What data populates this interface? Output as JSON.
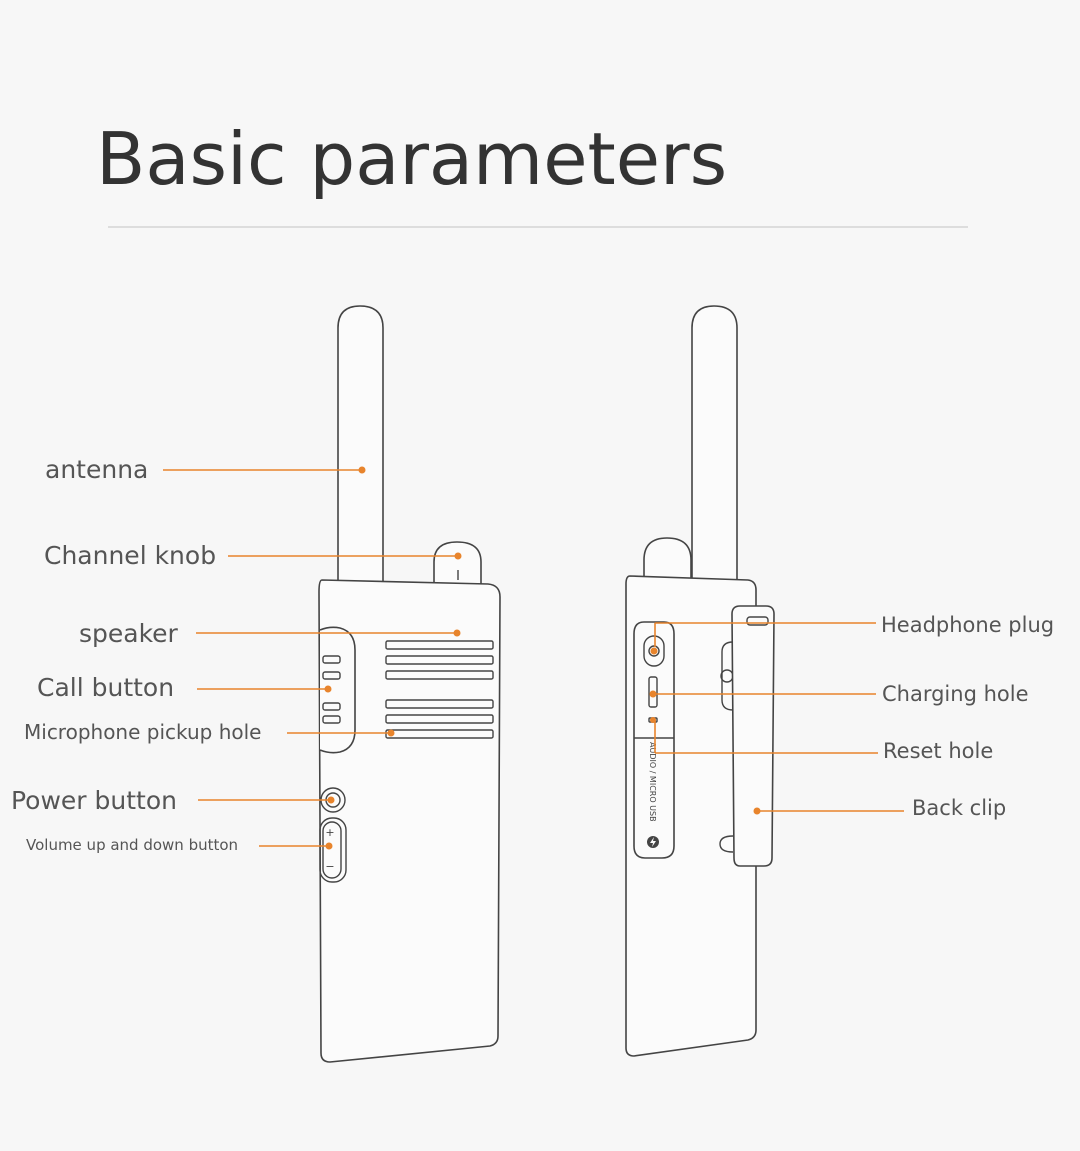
{
  "page_title": "Basic parameters",
  "colors": {
    "background": "#f7f7f7",
    "leader_line": "#e8842c",
    "outline": "#444444",
    "text": "#555555"
  },
  "labels": {
    "antenna": "antenna",
    "channel_knob": "Channel knob",
    "speaker": "speaker",
    "call_button": "Call button",
    "microphone_pickup_hole": "Microphone pickup hole",
    "power_button": "Power button",
    "volume_button": "Volume up and down button",
    "headphone_plug": "Headphone plug",
    "charging_hole": "Charging hole",
    "reset_hole": "Reset hole",
    "back_clip": "Back clip"
  },
  "device_markings": {
    "port_cover_text": "AUDIO / MICRO USB",
    "volume_plus": "+",
    "volume_minus": "−"
  }
}
